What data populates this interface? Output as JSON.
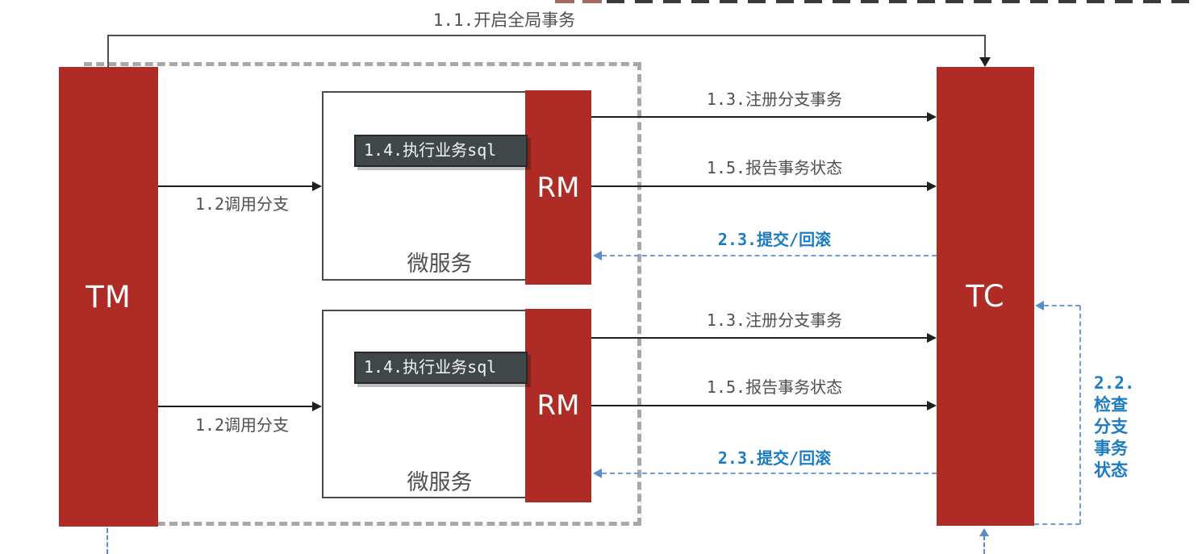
{
  "title": "Seata distributed transaction roles diagram",
  "nodes": {
    "tm": {
      "label": "TM"
    },
    "tc": {
      "label": "TC"
    },
    "rm": {
      "label": "RM"
    },
    "microservice": {
      "label": "微服务"
    }
  },
  "flows": {
    "open_global": {
      "label": "1.1.开启全局事务"
    },
    "call_branch": {
      "label": "1.2调用分支"
    },
    "register_branch": {
      "label": "1.3.注册分支事务"
    },
    "execute_sql": {
      "label": "1.4.执行业务sql"
    },
    "report_status": {
      "label": "1.5.报告事务状态"
    },
    "commit_rollback": {
      "label": "2.3.提交/回滚"
    },
    "check_branch": {
      "label": "2.2.\n检查\n分支\n事务\n状态"
    }
  },
  "colors": {
    "node_red": "#AE2B26",
    "blue_text": "#1B7CC2",
    "blue_dash": "#6F9BD9",
    "gray_dash": "#A8A8A8",
    "line_dark": "#1F1F1F",
    "label_gray": "#4F4F4F",
    "badge_bg": "#404748",
    "badge_text": "#F3F5F5"
  }
}
